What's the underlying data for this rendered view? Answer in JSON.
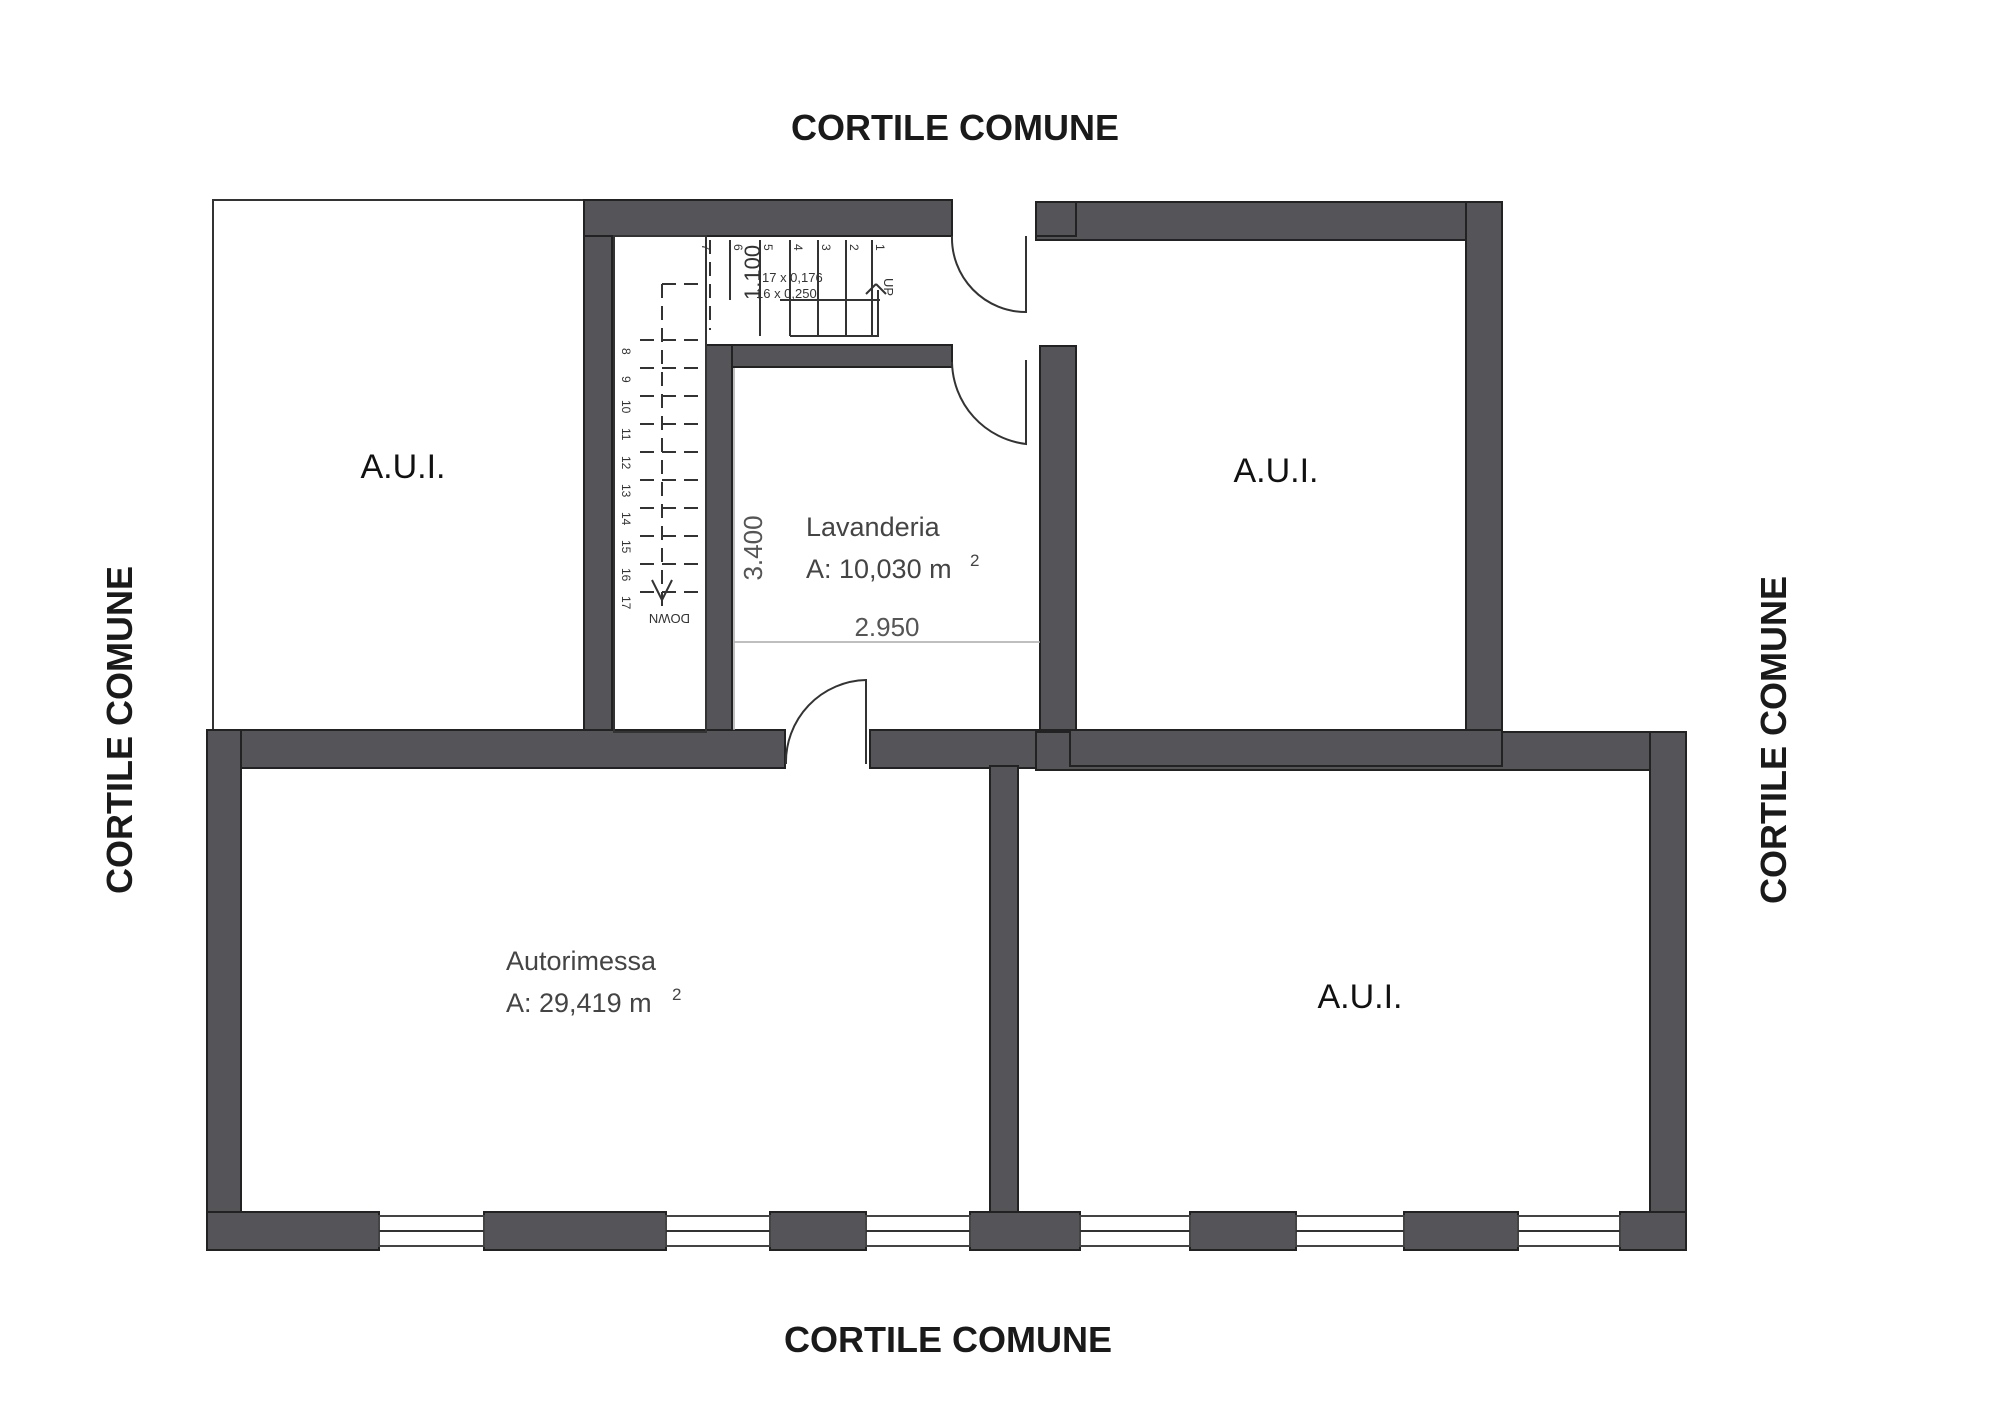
{
  "courtyard": {
    "top": "CORTILE COMUNE",
    "bottom": "CORTILE COMUNE",
    "left": "CORTILE COMUNE",
    "right": "CORTILE COMUNE"
  },
  "rooms": {
    "aui_left": "A.U.I.",
    "aui_right_top": "A.U.I.",
    "aui_right_bottom": "A.U.I.",
    "lavanderia": {
      "name": "Lavanderia",
      "area": "A: 10,030  m",
      "unit_exp": "2"
    },
    "autorimessa": {
      "name": "Autorimessa",
      "area": "A: 29,419  m",
      "unit_exp": "2"
    }
  },
  "dimensions": {
    "lav_height": "3.400",
    "lav_width": "2.950",
    "landing": "1.100"
  },
  "stairs": {
    "riser_note": "17 x 0,176",
    "tread_note": "16 x 0,250",
    "up": "UP",
    "down": "DOWN",
    "upper_steps": [
      "7",
      "6",
      "5",
      "4",
      "3",
      "2",
      "1"
    ],
    "lower_steps": [
      "8",
      "9",
      "10",
      "11",
      "12",
      "13",
      "14",
      "15",
      "16",
      "17"
    ]
  }
}
